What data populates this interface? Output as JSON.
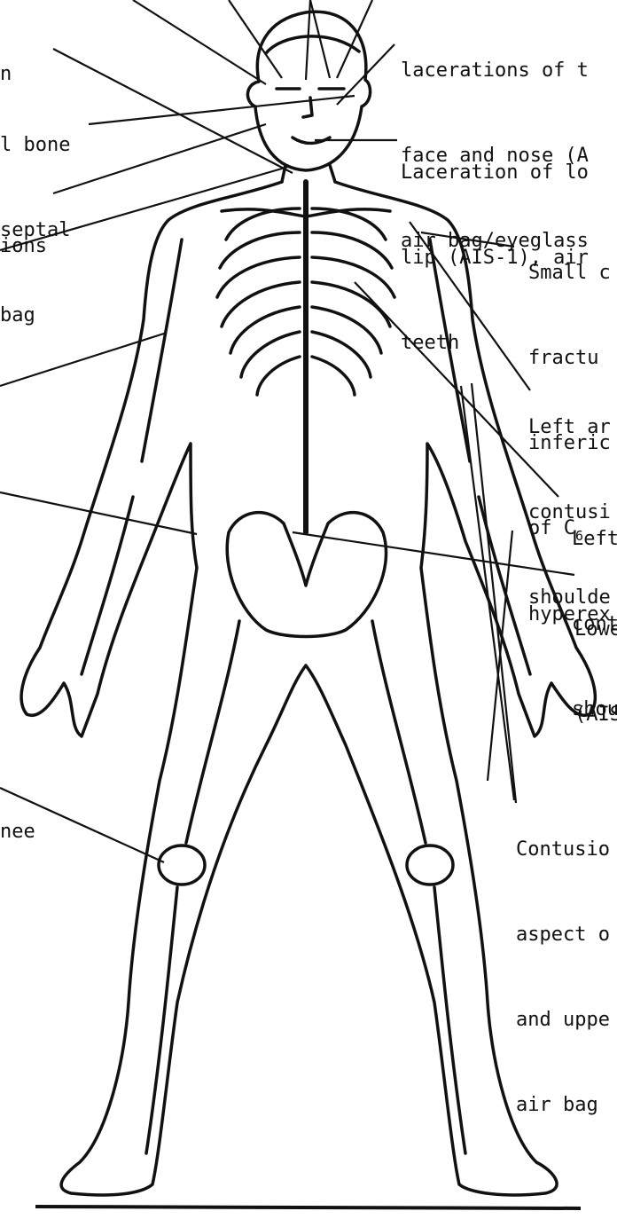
{
  "colors": {
    "ink": "#111111",
    "background": "#ffffff"
  },
  "labels": {
    "face_lacerations": [
      "lacerations of t",
      "face and nose (A",
      "air bag/eyeglass"
    ],
    "lip_laceration": [
      "Laceration of lo",
      "lip (AIS-1), air",
      "teeth"
    ],
    "c6_fracture": [
      "Small c",
      "fractu",
      "inferic",
      "of C",
      "hyperex"
    ],
    "c6_subscript": "6",
    "left_shoulder_a": [
      "Left ar",
      "contusi",
      "shoulde"
    ],
    "left_shoulder_b": [
      "Left",
      "cont",
      "shou"
    ],
    "lower_back": [
      "Lowe",
      "(AIS"
    ],
    "contusion_arm": [
      "Contusio",
      "aspect o",
      "and uppe",
      "air bag"
    ],
    "left_cut_top": [
      "n"
    ],
    "nasal_bone": [
      "l bone",
      "septal",
      "bag"
    ],
    "abrasions": [
      "ions"
    ],
    "knee": [
      "nee"
    ]
  }
}
